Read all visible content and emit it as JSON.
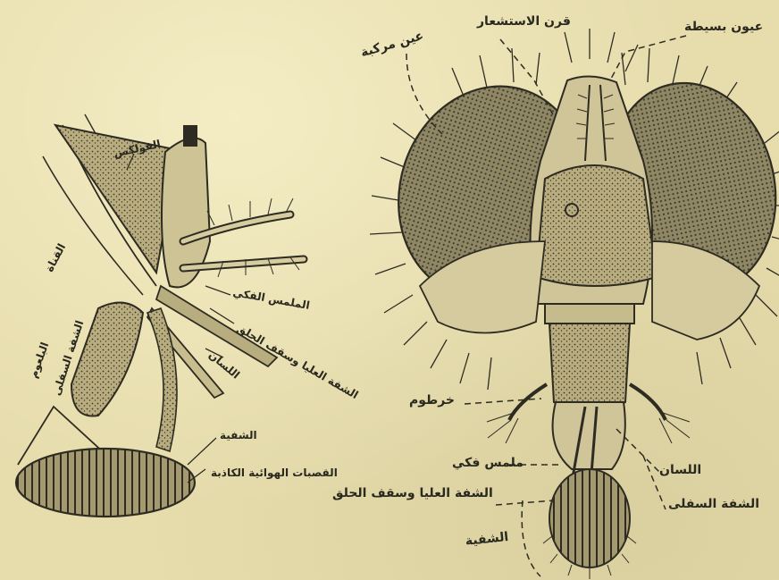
{
  "figure_right": {
    "labels": {
      "simple_eyes": "عيون بسيطة",
      "antenna": "قرن الاستشعار",
      "compound_eyes": "عين مركبة",
      "proboscis": "خرطوم",
      "maxillary_palp": "ملمس فكي",
      "labrum_epipharynx": "الشفة العليا وسقف الحلق",
      "tongue": "اللسان",
      "labium": "الشفة السفلى",
      "labellum": "الشفية"
    }
  },
  "figure_left": {
    "labels": {
      "clypeus": "الفولكس",
      "maxillary_palp": "الملمس الفكي",
      "labrum": "الشفة العليا وسقف الحلق",
      "tongue": "اللسان",
      "labellum": "الشفية",
      "pseudotracheae": "القصبات الهوائية الكاذبة",
      "side_1": "البلعوم",
      "side_2": "الشفة السفلى",
      "side_3": "القناة"
    }
  }
}
